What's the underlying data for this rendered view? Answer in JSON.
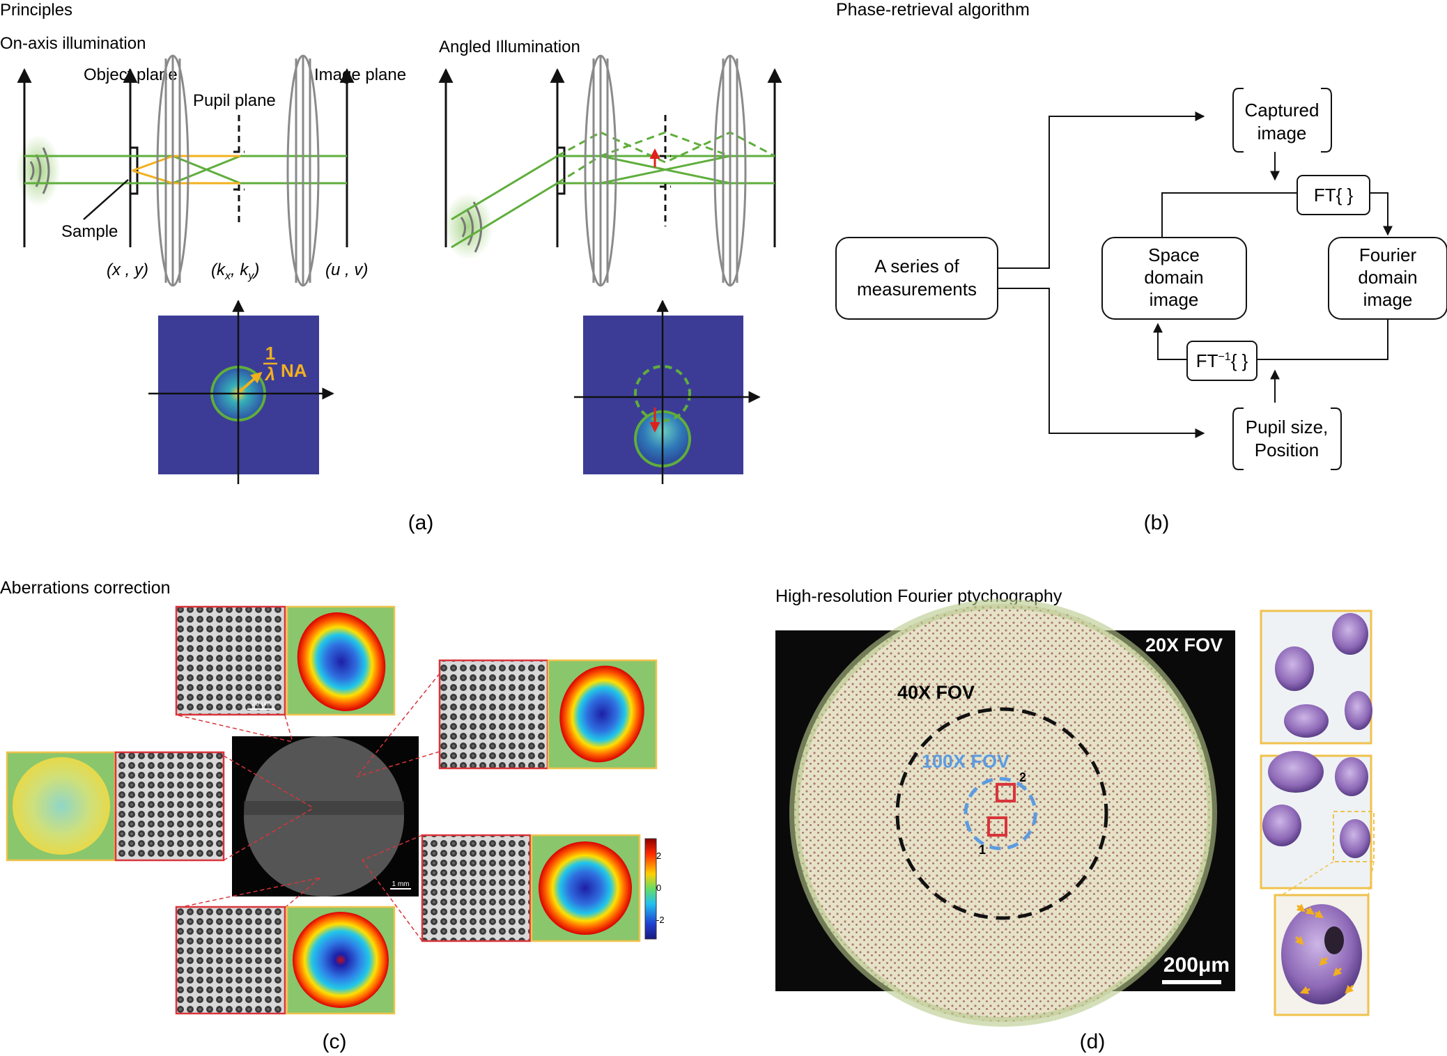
{
  "colors": {
    "beam": "#5fae3c",
    "marginal": "#f2b01e",
    "plot_bg": "#3c3c97",
    "arrow_red": "#e0201b",
    "fov_blue": "#5d9be0",
    "frame_red": "#d9343a",
    "frame_gold": "#f0c24c",
    "phase_bg": "#8ac66b"
  },
  "panel_a": {
    "heading": "Principles",
    "on_axis": {
      "title": "On-axis illumination",
      "object_plane": "Object plane",
      "pupil_plane": "Pupil plane",
      "image_plane": "Image plane",
      "sample": "Sample",
      "coord_xy": "(x , y)",
      "coord_k": "(k",
      "coord_k_sub1": "x",
      "coord_k_mid": ", k",
      "coord_k_sub2": "y",
      "coord_k_end": ")",
      "coord_uv": "(u , v)",
      "na_num": "1",
      "na_den": "λ",
      "na": "NA"
    },
    "angled": {
      "title": "Angled Illumination"
    },
    "label": "(a)"
  },
  "panel_b": {
    "heading": "Phase-retrieval algorithm",
    "series": [
      "A series of",
      "measurements"
    ],
    "captured": [
      "Captured",
      "image"
    ],
    "ft": "FT{ }",
    "ft_inv_base": "FT",
    "ft_inv_sup": "−1",
    "ft_inv_end": "{ }",
    "space": [
      "Space",
      "domain",
      "image"
    ],
    "fourier": [
      "Fourier",
      "domain",
      "image"
    ],
    "pupil": [
      "Pupil size,",
      "Position"
    ],
    "label": "(b)"
  },
  "panel_c": {
    "heading": "Aberrations correction",
    "scale_small": "20 um",
    "scale_big": "1 mm",
    "colorbar_ticks": [
      "2",
      "0",
      "-2"
    ],
    "label": "(c)"
  },
  "panel_d": {
    "heading": "High-resolution Fourier ptychography",
    "fov20": "20X FOV",
    "fov40": "40X FOV",
    "fov100": "100X FOV",
    "roi1": "1",
    "roi2": "2",
    "scale_bar": "200μm",
    "label": "(d)"
  }
}
